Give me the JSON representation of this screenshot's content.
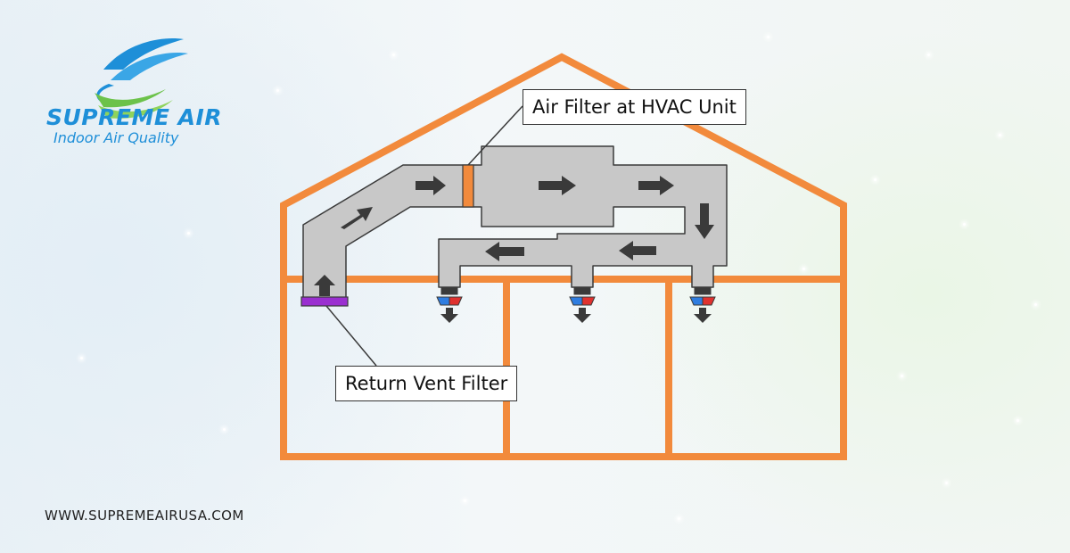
{
  "brand": {
    "name": "SUPREME AIR",
    "tagline": "Indoor Air Quality",
    "logo_icon": "swoosh-s-icon",
    "colors": {
      "blue": "#1e8fd8",
      "green": "#6cc24a"
    }
  },
  "diagram": {
    "callouts": {
      "hvac_filter": "Air Filter at HVAC Unit",
      "return_filter": "Return Vent Filter"
    },
    "colors": {
      "house_frame": "#f28a3c",
      "duct": "#c8c8c8",
      "duct_outline": "#3a3a3a",
      "filter_hvac": "#f28a3c",
      "filter_return": "#9a2fd0",
      "arrow": "#3a3a3a",
      "vent_cool": "#2f7de0",
      "vent_warm": "#e0322f"
    },
    "supply_vents": 3
  },
  "footer": {
    "website": "WWW.SUPREMEAIRUSA.COM"
  }
}
